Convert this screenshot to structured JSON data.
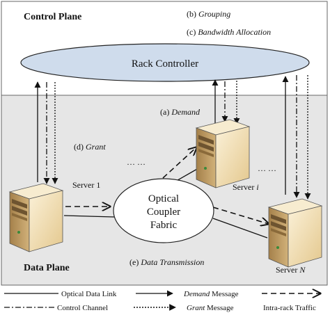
{
  "control_plane": {
    "title": "Control Plane",
    "steps": {
      "grouping_prefix": "(b) ",
      "grouping": "Grouping",
      "bandwidth_prefix": "(c) ",
      "bandwidth": "Bandwidth Allocation"
    },
    "rack_controller": "Rack Controller"
  },
  "data_plane": {
    "title": "Data Plane",
    "demand_prefix": "(a) ",
    "demand": "Demand",
    "grant_prefix": "(d) ",
    "grant": "Grant",
    "transmission_prefix": "(e) ",
    "transmission": "Data Transmission",
    "ellipsis_left": "… …",
    "ellipsis_right": "… …",
    "fabric_line1": "Optical",
    "fabric_line2": "Coupler",
    "fabric_line3": "Fabric",
    "servers": [
      {
        "label": "Server 1",
        "italic_part": ""
      },
      {
        "label": "Server ",
        "italic_part": "i"
      },
      {
        "label": "Server ",
        "italic_part": "N"
      }
    ]
  },
  "legend": {
    "optical_data_link": "Optical Data Link",
    "control_channel": "Control Channel",
    "demand_italic": "Demand",
    "demand_rest": " Message",
    "grant_italic": "Grant",
    "grant_rest": " Message",
    "intra_rack": "Intra-rack Traffic"
  },
  "colors": {
    "data_plane_bg": "#e6e6e6",
    "controller_fill": "#cfdcec",
    "server_light": "#f4e6c4",
    "server_dark": "#c8a86e"
  }
}
